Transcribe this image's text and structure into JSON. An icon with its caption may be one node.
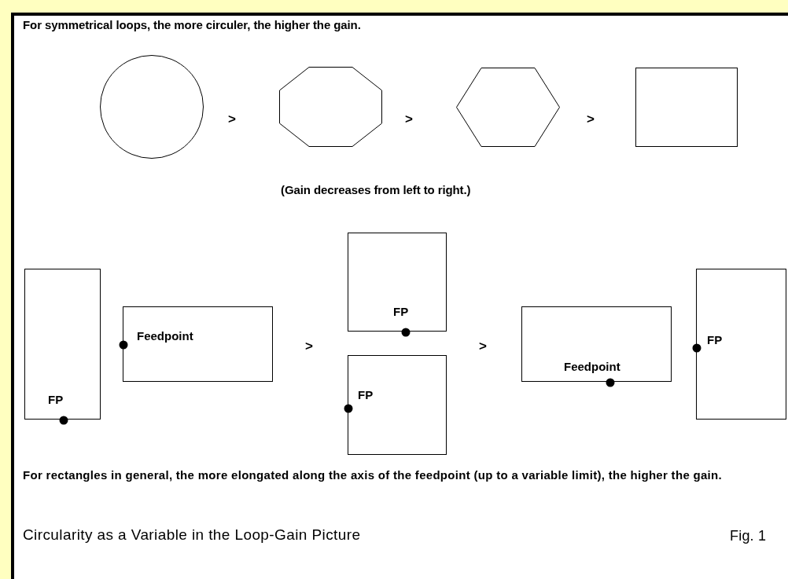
{
  "diagram": {
    "caption": "Circularity as a Variable in the Loop-Gain Picture",
    "nodes": [
      {
        "text": [],
        "shape": "circle"
      },
      {
        "text": [],
        "shape": "octagon"
      },
      {
        "text": [],
        "shape": "hexagon"
      },
      {
        "text": [],
        "shape": "box"
      },
      {
        "text": [
          "FP"
        ]
      },
      {
        "text": [
          "Feedpoint"
        ]
      },
      {
        "text": [
          "FP"
        ]
      },
      {
        "text": [
          "FP"
        ]
      },
      {
        "text": [
          "Feedpoint"
        ]
      },
      {
        "text": [
          "FP"
        ]
      }
    ],
    "labels": [
      "For symmetrical loops, the more circuler, the higher the gain.",
      ">",
      ">",
      ">",
      "(Gain decreases from left to right.)",
      ">",
      ">",
      "For rectangles in general, the more elongated along the axis of the feedpoint (up to a variable limit), the higher the gain.",
      "Fig. 1"
    ]
  }
}
